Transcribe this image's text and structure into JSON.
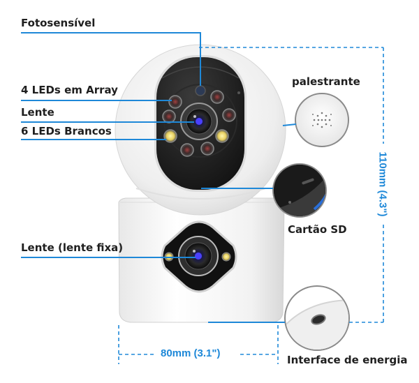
{
  "labels": {
    "photosensitive": "Fotosensível",
    "leds_array": "4 LEDs em Array",
    "lens": "Lente",
    "white_leds": "6 LEDs Brancos",
    "fixed_lens": "Lente (lente fixa)",
    "speaker": "palestrante",
    "sd_card": "Cartão SD",
    "power": "Interface de energia"
  },
  "dimensions": {
    "width": "80mm (3.1\")",
    "height": "110mm (4.3\")"
  },
  "colors": {
    "accent": "#1e88d8",
    "body": "#f4f4f4",
    "face": "#1b1b1b"
  }
}
